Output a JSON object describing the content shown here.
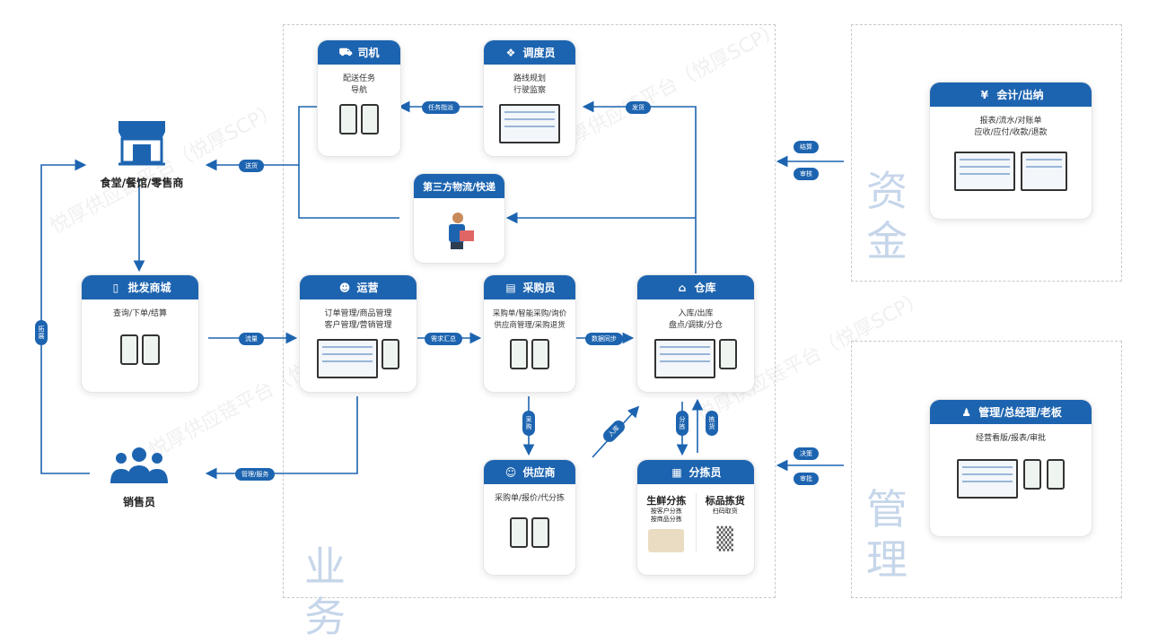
{
  "regions": {
    "business": "业务",
    "business_2": "务",
    "finance": "资",
    "finance_2": "金",
    "manage": "管",
    "manage_2": "理"
  },
  "watermark": "悦厚供应链平台（悦厚SCP）",
  "actors": {
    "canteen": "食堂/餐馆/零售商",
    "sales": "销售员"
  },
  "cards": {
    "driver": {
      "title": "司机",
      "lines": [
        "配送任务",
        "导航"
      ]
    },
    "dispatcher": {
      "title": "调度员",
      "lines": [
        "路线规划",
        "行驶监察"
      ]
    },
    "third_party": {
      "title": "第三方物流/快递"
    },
    "wholesale": {
      "title": "批发商城",
      "lines": [
        "查询/下单/结算"
      ]
    },
    "operations": {
      "title": "运营",
      "lines": [
        "订单管理/商品管理",
        "客户管理/营销管理"
      ]
    },
    "purchaser": {
      "title": "采购员",
      "lines": [
        "采购单/智能采购/询价",
        "供应商管理/采购退货"
      ]
    },
    "warehouse": {
      "title": "仓库",
      "lines": [
        "入库/出库",
        "盘点/调拨/分仓"
      ]
    },
    "supplier": {
      "title": "供应商",
      "lines": [
        "采购单/报价/代分拣"
      ]
    },
    "sorter": {
      "title": "分拣员",
      "fresh_title": "生鲜分拣",
      "fresh_lines": [
        "按客户分拣",
        "按商品分拣"
      ],
      "std_title": "标品拣货",
      "std_lines": [
        "扫码取货"
      ]
    },
    "accountant": {
      "title": "会计/出纳",
      "lines": [
        "报表/流水/对账单",
        "应收/应付/收款/退款"
      ]
    },
    "manager": {
      "title": "管理/总经理/老板",
      "lines": [
        "经营看版/报表/审批"
      ]
    }
  },
  "edges": {
    "task_assign": "任务指派",
    "ship": "发货",
    "deliver": "送货",
    "expand": "拓展",
    "traffic": "流量",
    "demand_summary": "需求汇总",
    "data_sync": "数据同步",
    "purchase": "采购",
    "inbound": "入库",
    "sorting": "分拣",
    "pick": "拣货",
    "manage_service": "管理/服务",
    "settle": "结算",
    "audit_top": "审核",
    "decide": "决策",
    "audit_bottom": "审批"
  },
  "colors": {
    "accent": "#1d64b0",
    "region_text": "#c6d6ea"
  }
}
